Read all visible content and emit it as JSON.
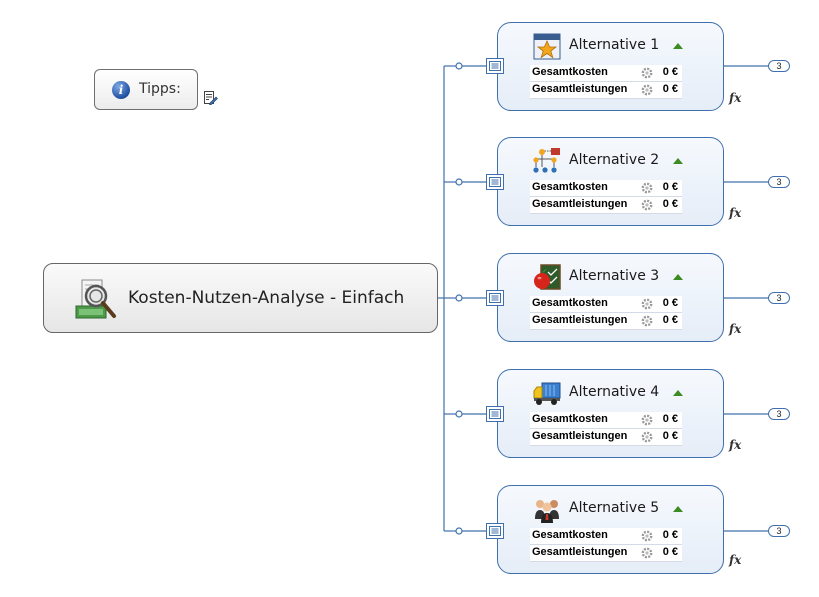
{
  "tips": {
    "label": "Tipps:",
    "icon": "info-icon"
  },
  "central": {
    "title": "Kosten-Nutzen-Analyse - Einfach",
    "icon": "cost-benefit-icon"
  },
  "alternatives": [
    {
      "title": "Alternative 1",
      "icon": "star-calendar-icon",
      "rows": [
        {
          "label": "Gesamtkosten",
          "value": "0 €"
        },
        {
          "label": "Gesamtleistungen",
          "value": "0 €"
        }
      ],
      "fx": "fx",
      "count": "3"
    },
    {
      "title": "Alternative 2",
      "icon": "org-chart-icon",
      "rows": [
        {
          "label": "Gesamtkosten",
          "value": "0 €"
        },
        {
          "label": "Gesamtleistungen",
          "value": "0 €"
        }
      ],
      "fx": "fx",
      "count": "3"
    },
    {
      "title": "Alternative 3",
      "icon": "apple-board-icon",
      "rows": [
        {
          "label": "Gesamtkosten",
          "value": "0 €"
        },
        {
          "label": "Gesamtleistungen",
          "value": "0 €"
        }
      ],
      "fx": "fx",
      "count": "3"
    },
    {
      "title": "Alternative 4",
      "icon": "truck-icon",
      "rows": [
        {
          "label": "Gesamtkosten",
          "value": "0 €"
        },
        {
          "label": "Gesamtleistungen",
          "value": "0 €"
        }
      ],
      "fx": "fx",
      "count": "3"
    },
    {
      "title": "Alternative 5",
      "icon": "team-icon",
      "rows": [
        {
          "label": "Gesamtkosten",
          "value": "0 €"
        },
        {
          "label": "Gesamtleistungen",
          "value": "0 €"
        }
      ],
      "fx": "fx",
      "count": "3"
    }
  ],
  "colors": {
    "accent": "#3f70ad",
    "collapse": "#3e8a23"
  }
}
